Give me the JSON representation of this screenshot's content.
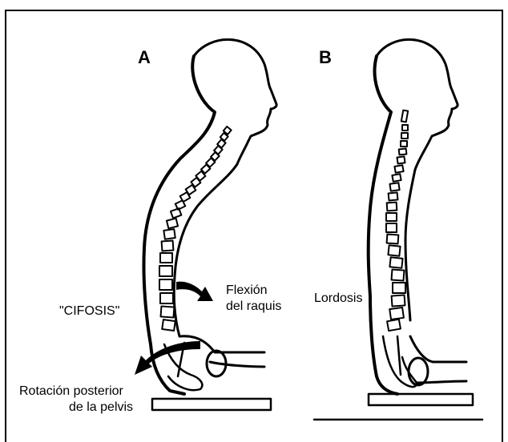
{
  "panels": {
    "a": "A",
    "b": "B"
  },
  "labels": {
    "cifosis": "\"CIFOSIS\"",
    "flexion_line1": "Flexión",
    "flexion_line2": "del raquis",
    "rotacion_line1": "Rotación posterior",
    "rotacion_line2": "de la pelvis",
    "lordosis": "Lordosis"
  },
  "colors": {
    "ink": "#000000",
    "background": "#ffffff"
  }
}
